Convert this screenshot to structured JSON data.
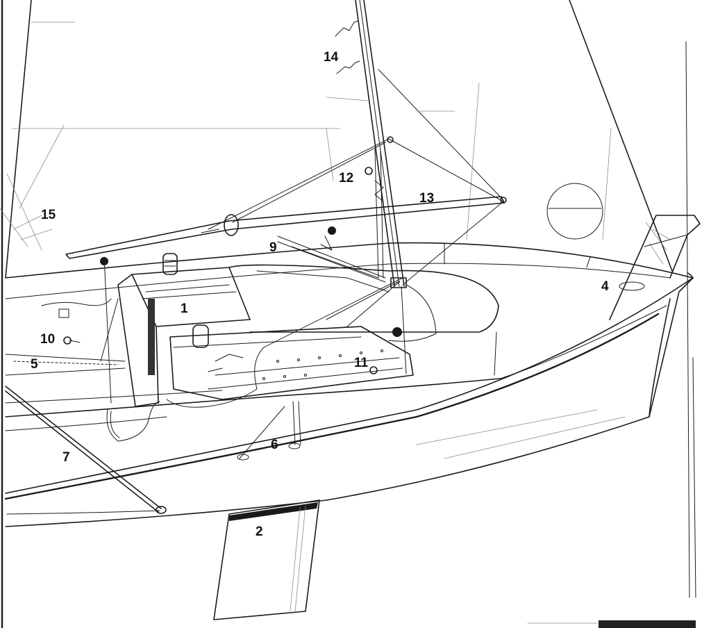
{
  "figure": {
    "background": "#ffffff",
    "ink": "#1a1a1a",
    "callouts": [
      "1",
      "2",
      "4",
      "5",
      "6",
      "7",
      "9",
      "10",
      "11",
      "12",
      "13",
      "14",
      "15"
    ]
  }
}
